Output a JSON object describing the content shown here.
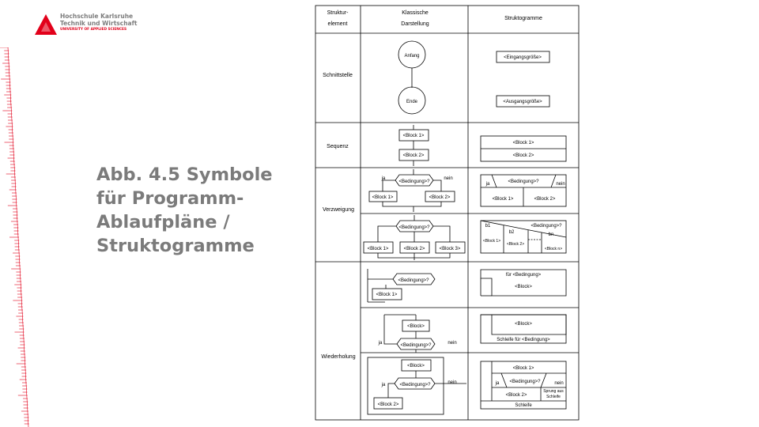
{
  "logo": {
    "line1": "Hochschule Karlsruhe",
    "line2": "Technik und Wirtschaft",
    "line3": "UNIVERSITY OF APPLIED SCIENCES",
    "brand_color": "#e2001a"
  },
  "slide_title": [
    "Abb. 4.5 Symbole",
    "für Programm-",
    "Ablaufpläne /",
    "Struktogramme"
  ],
  "table": {
    "header": {
      "col1": [
        "Struktur-",
        "element"
      ],
      "col2": [
        "Klassische",
        "Darstellung"
      ],
      "col3": "Struktogramme"
    },
    "rows": {
      "schnittstelle": "Schnittstelle",
      "sequenz": "Sequenz",
      "verzweigung": "Verzweigung",
      "wiederholung": "Wiederholung"
    }
  },
  "labels": {
    "anfang": "Anfang",
    "ende": "Ende",
    "eingangsgroesse": "<Eingangsgröße>",
    "ausgangsgroesse": "<Ausgangsgröße>",
    "block": "<Block>",
    "block1": "<Block 1>",
    "block2": "<Block 2>",
    "block3": "<Block 3>",
    "blockn": "<Block n>",
    "bedingung": "<Bedingung>?",
    "ja": "ja",
    "nein": "nein",
    "b1": "b1",
    "b2": "b2",
    "bn": "bn",
    "fuer_bedingung": "für <Bedingung>",
    "schleife_fuer_bedingung": "Schleife für <Bedingung>",
    "sprung_line1": "Sprung aus",
    "sprung_line2": "Schleife",
    "schleife": "Schleife"
  }
}
